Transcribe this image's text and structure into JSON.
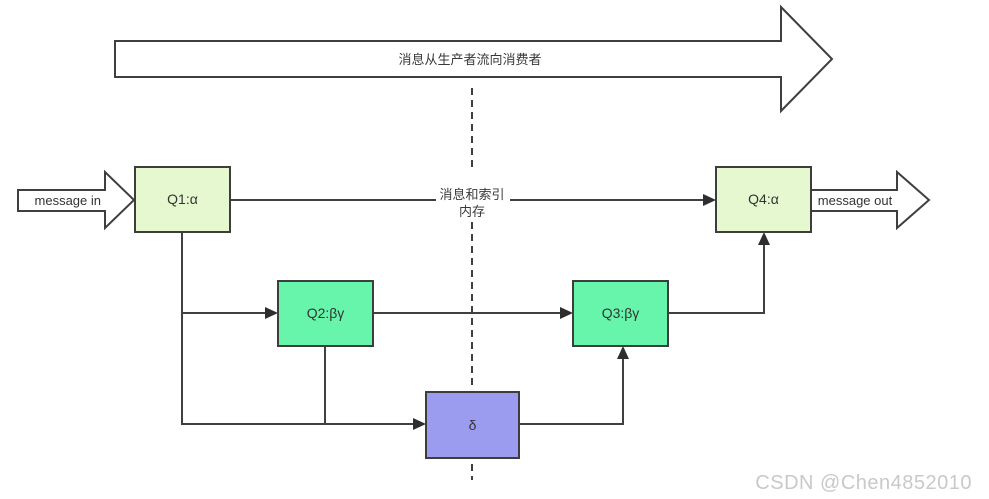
{
  "top_flow_arrow": {
    "label": "消息从生产者流向消费者"
  },
  "input_arrow": {
    "label": "message in"
  },
  "output_arrow": {
    "label": "message out"
  },
  "memory_divider": {
    "label_line1": "消息和索引",
    "label_line2": "内存"
  },
  "nodes": {
    "q1": {
      "label": "Q1:α",
      "fill": "#e6f8d0"
    },
    "q2": {
      "label": "Q2:βγ",
      "fill": "#66f5ab"
    },
    "q3": {
      "label": "Q3:βγ",
      "fill": "#66f5ab"
    },
    "q4": {
      "label": "Q4:α",
      "fill": "#e6f8d0"
    },
    "delta": {
      "label": "δ",
      "fill": "#9b9bef"
    }
  },
  "colors": {
    "node_border": "#3d3d3d",
    "connector": "#404040",
    "watermark": "#c9c9c9",
    "background": "#ffffff"
  },
  "watermark": {
    "text": "CSDN @Chen4852010",
    "color": "#c9c9c9"
  }
}
